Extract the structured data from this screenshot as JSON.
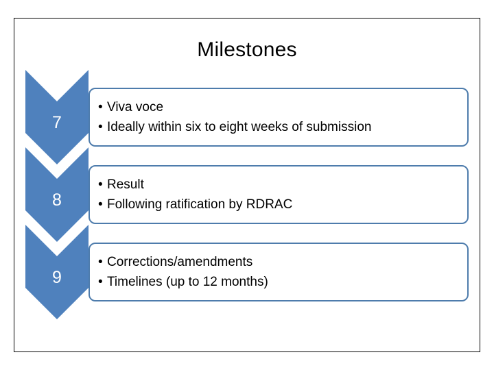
{
  "slide": {
    "title": "Milestones",
    "background_color": "#FFFFFF",
    "border_color": "#000000",
    "accent_color": "#4F81BD",
    "card_border_color": "#4E7CAC",
    "number_text_color": "#FFFFFF",
    "body_text_color": "#000000"
  },
  "diagram": {
    "type": "chevron-process-list",
    "steps": [
      {
        "number": "7",
        "bullet_char": "•",
        "bullets": [
          "Viva voce",
          "Ideally within six to eight weeks of submission"
        ]
      },
      {
        "number": "8",
        "bullet_char": "•",
        "bullets": [
          "Result",
          "Following ratification by RDRAC"
        ]
      },
      {
        "number": "9",
        "bullet_char": "•",
        "bullets": [
          "Corrections/amendments",
          "Timelines (up to 12 months)"
        ]
      }
    ]
  }
}
